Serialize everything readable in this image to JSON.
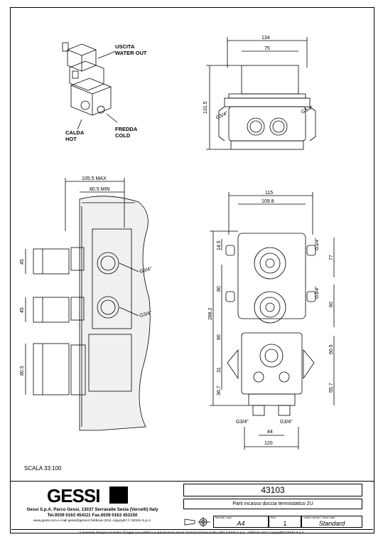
{
  "labels": {
    "water_out": [
      "USCITA",
      "WATER OUT"
    ],
    "hot": [
      "CALDA",
      "HOT"
    ],
    "cold": [
      "FREDDA",
      "COLD"
    ],
    "g34": "G3/4\""
  },
  "dims": {
    "d134": "134",
    "d75": "75",
    "d1315": "131.5",
    "d1055": "105.5  MAX",
    "d805min": "80.5  MIN",
    "d45a": "45",
    "d45b": "45",
    "d805": "80.5",
    "dmax": "MAX",
    "dmin": "MIN",
    "d115": "115",
    "d1098": "109.8",
    "d145": "14.5",
    "d80a": "80",
    "d80b": "80",
    "d2882": "288.2",
    "d31": "31",
    "d367": "36.7",
    "d77": "77",
    "d60a": "60",
    "d605": "60.5",
    "d557": "55.7",
    "d44": "44",
    "d120": "120"
  },
  "scale_text": "SCALA  33:100",
  "title_block": {
    "logo": "GESSI",
    "company_line1": "Gessi S.p.A. Parco Gessi, 13037 Serravalle Sesia (Vercelli) Italy",
    "company_line2": "Tel.0039  0163  454111  Fax.0039  0163  453150",
    "company_line3": "www.gessi.com  e-mail  gessi@gessi.it   febbraio  2011   copyright © GESSI  S.p.A.",
    "code": "43103",
    "description": "Parti incasso doccia termostatico 2U",
    "format_caption": "formato / size",
    "format_value": "A4",
    "rev_caption": "Rev.",
    "rev_value": "1",
    "standard_caption": "codice cliente / client code",
    "standard_value": "Standard",
    "footer": "Il presente disegno è tutelato di legge con pubblica e riproduzione senza l'autorizzazione scritta della GESSI S.p.A. - febbraio 2011   copyright©GESSI S.p.A."
  }
}
